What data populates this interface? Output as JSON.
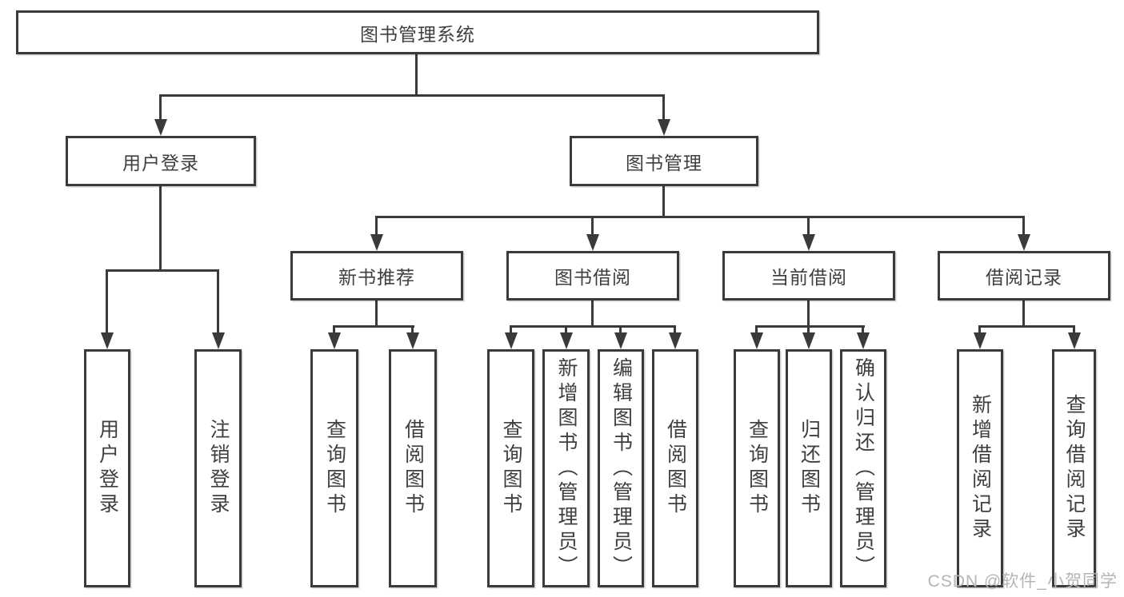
{
  "diagram": {
    "root": {
      "label": "图书管理系统"
    },
    "level2": [
      {
        "label": "用户登录"
      },
      {
        "label": "图书管理"
      }
    ],
    "level3": [
      {
        "label": "新书推荐"
      },
      {
        "label": "图书借阅"
      },
      {
        "label": "当前借阅"
      },
      {
        "label": "借阅记录"
      }
    ],
    "leaves": {
      "user_login": [
        "用户登录",
        "注销登录"
      ],
      "new_book_rec": [
        "查询图书",
        "借阅图书"
      ],
      "book_borrow": [
        "查询图书",
        "新增图书（管理员）",
        "编辑图书（管理员）",
        "借阅图书"
      ],
      "current_borrow": [
        "查询图书",
        "归还图书",
        "确认归还（管理员）"
      ],
      "borrow_records": [
        "新增借阅记录",
        "查询借阅记录"
      ]
    }
  },
  "watermark": {
    "text": "CSDN @软件_小贺同学"
  },
  "colors": {
    "line": "#3a3a3a",
    "text": "#3f3f3f",
    "watermark": "#b5b5b5",
    "background": "#ffffff"
  }
}
